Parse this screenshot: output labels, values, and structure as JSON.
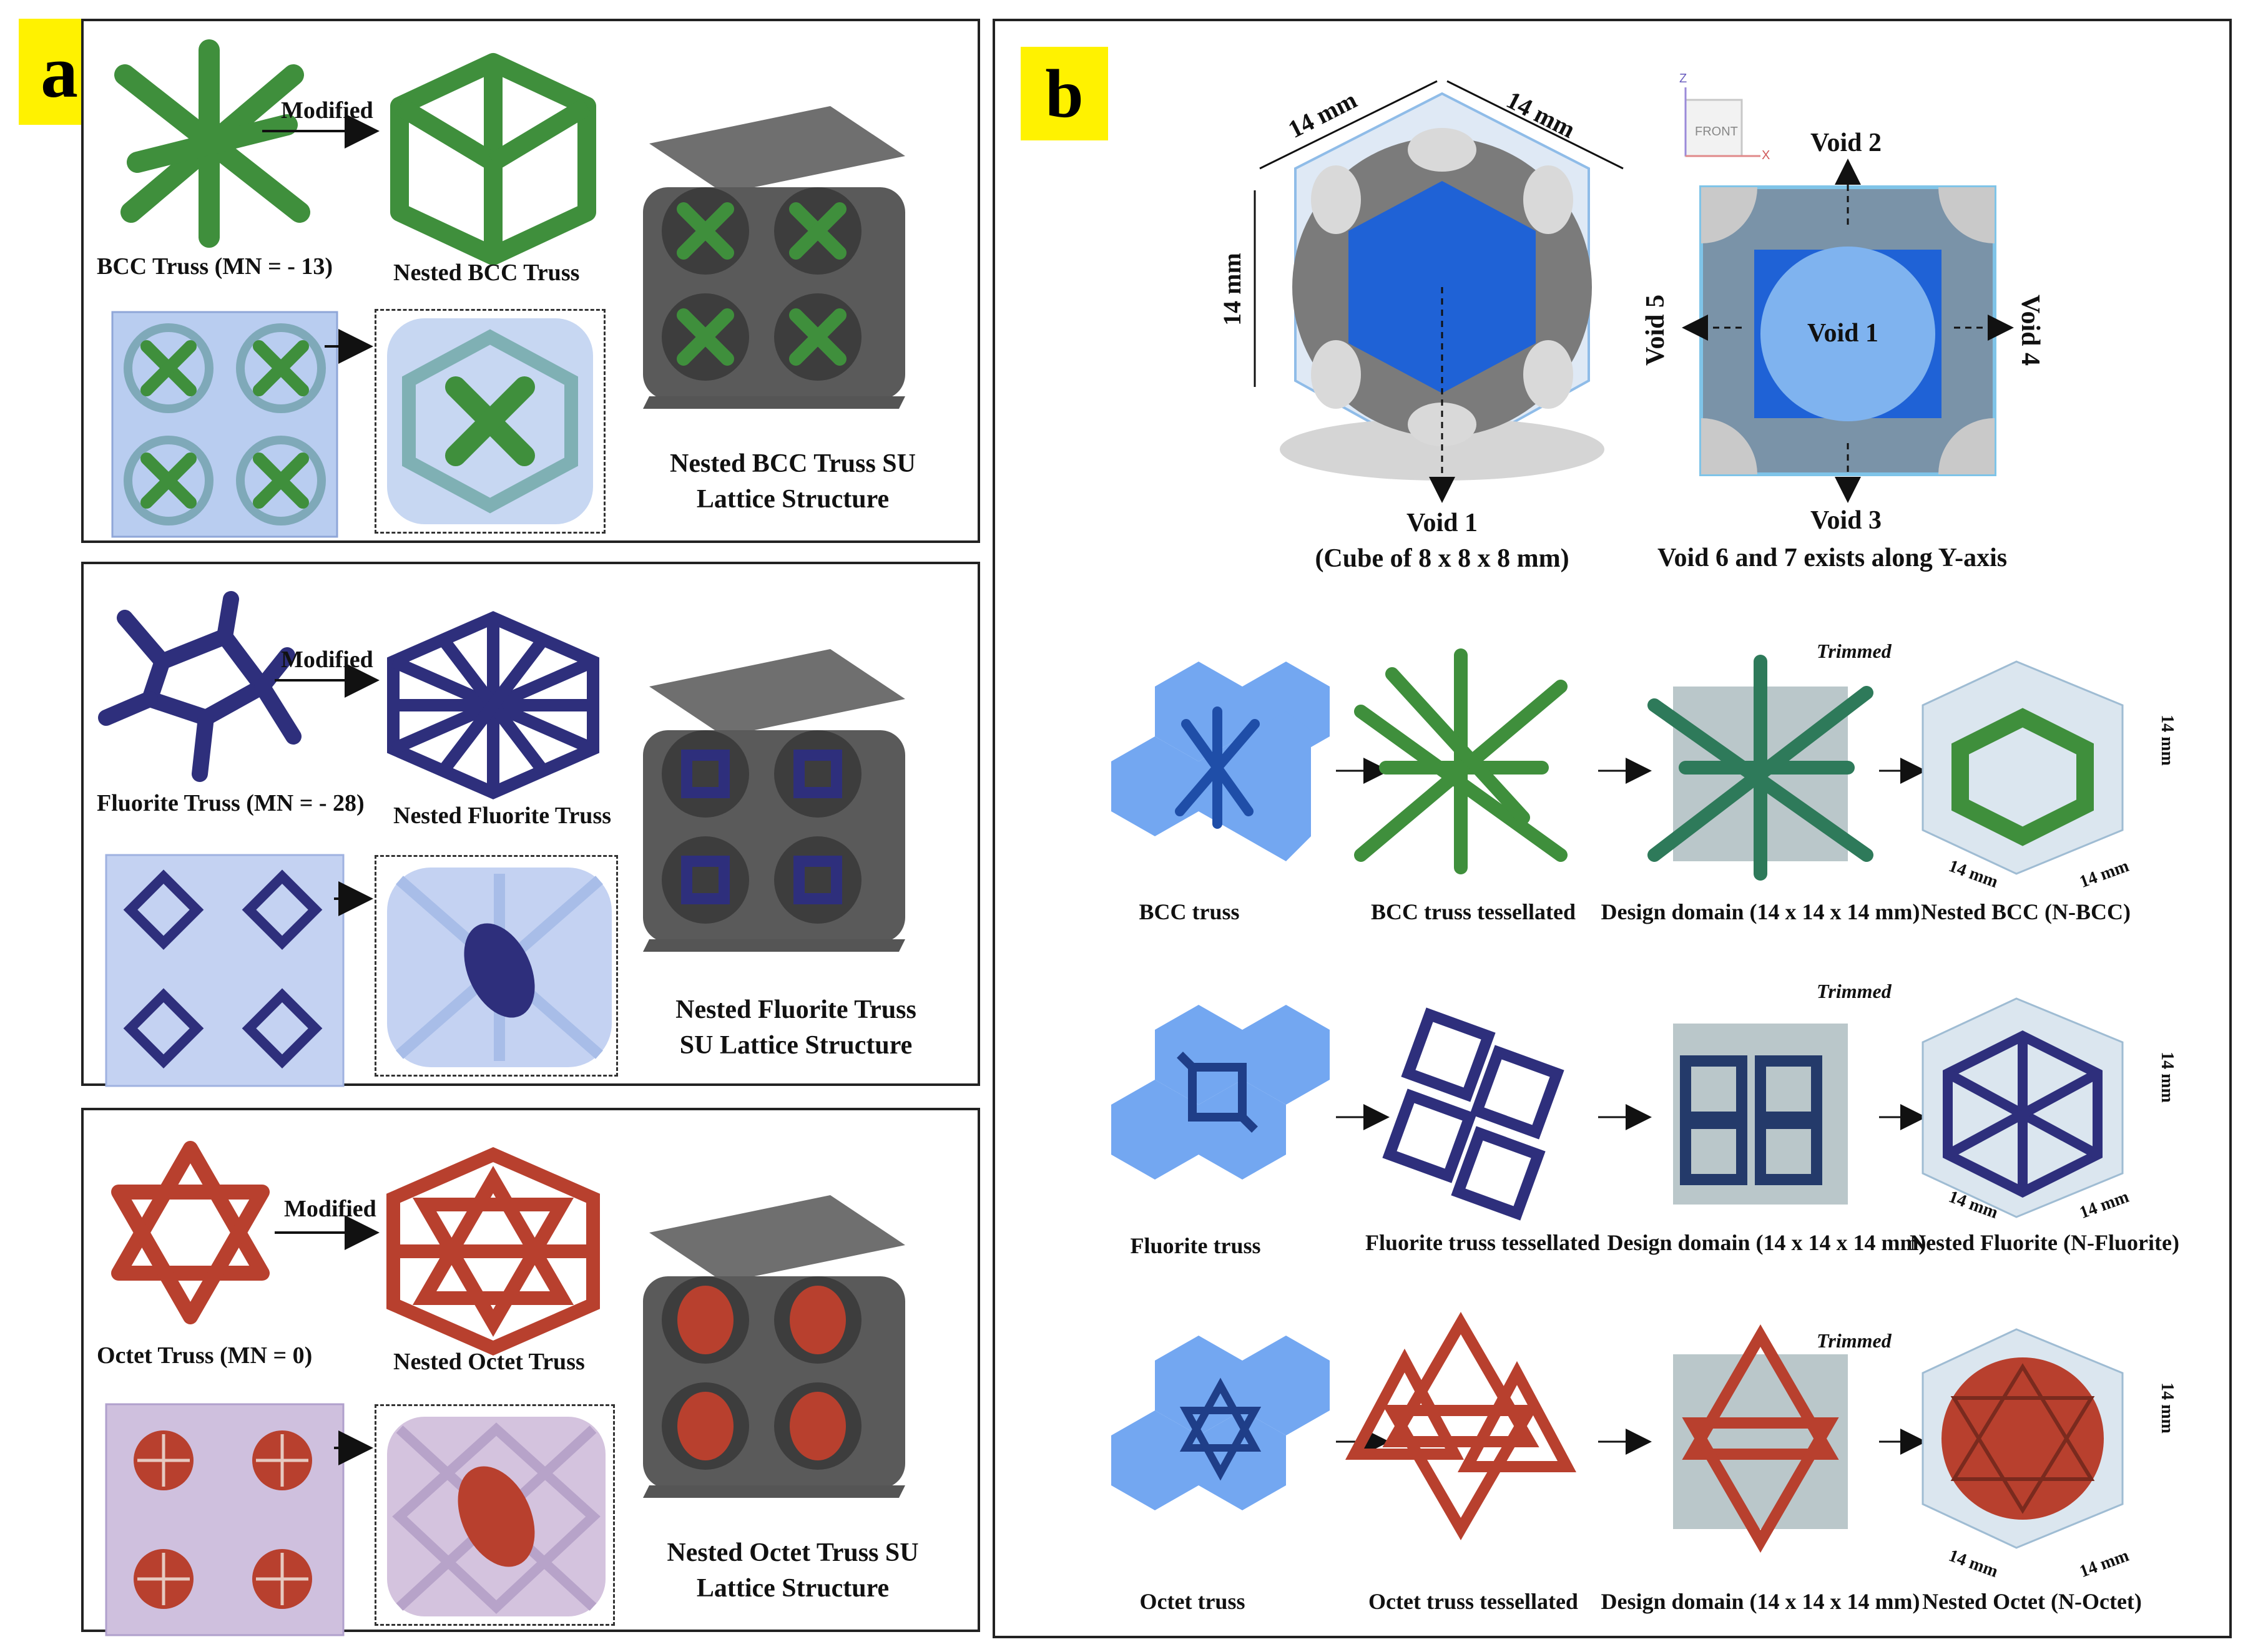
{
  "panel_a": {
    "badge": "a",
    "rows": [
      {
        "truss_label": "BCC Truss (MN = - 13)",
        "arrow_label": "Modified",
        "nested_label": "Nested BCC Truss",
        "structure_line1": "Nested BCC Truss SU",
        "structure_line2": "Lattice Structure",
        "color": "#3f8f3c"
      },
      {
        "truss_label": "Fluorite Truss (MN = - 28)",
        "arrow_label": "Modified",
        "nested_label": "Nested Fluorite Truss",
        "structure_line1": "Nested Fluorite Truss",
        "structure_line2": "SU Lattice Structure",
        "color": "#2e2f7c"
      },
      {
        "truss_label": "Octet Truss (MN = 0)",
        "arrow_label": "Modified",
        "nested_label": "Nested Octet Truss",
        "structure_line1": "Nested Octet Truss SU",
        "structure_line2": "Lattice Structure",
        "color": "#b8402e"
      }
    ]
  },
  "panel_b": {
    "badge": "b",
    "unit_cell": {
      "dim_top_left": "14 mm",
      "dim_top_right": "14 mm",
      "dim_left": "14 mm",
      "void1_caption_line1": "Void 1",
      "void1_caption_line2": "(Cube of 8 x 8 x 8 mm)"
    },
    "front_view": {
      "viewcube_label": "FRONT",
      "axis_z": "Z",
      "axis_x": "X",
      "void1": "Void 1",
      "void2": "Void 2",
      "void3": "Void 3",
      "void4": "Void 4",
      "void5": "Void 5",
      "note": "Void 6 and 7 exists along Y-axis"
    },
    "rows": [
      {
        "step1": "BCC truss",
        "step2": "BCC truss tessellated",
        "step3": "Design domain (14 x 14 x 14 mm)",
        "step4": "Nested BCC (N-BCC)",
        "trimmed": "Trimmed",
        "dim_a": "14 mm",
        "dim_b": "14 mm",
        "dim_c": "14 mm",
        "color": "#3f8f3c"
      },
      {
        "step1": "Fluorite truss",
        "step2": "Fluorite truss tessellated",
        "step3": "Design domain (14 x 14 x 14 mm)",
        "step4": "Nested Fluorite (N-Fluorite)",
        "trimmed": "Trimmed",
        "dim_a": "14 mm",
        "dim_b": "14 mm",
        "dim_c": "14 mm",
        "color": "#2e2f7c"
      },
      {
        "step1": "Octet truss",
        "step2": "Octet truss tessellated",
        "step3": "Design domain (14 x 14 x 14 mm)",
        "step4": "Nested Octet (N-Octet)",
        "trimmed": "Trimmed",
        "dim_a": "14 mm",
        "dim_b": "14 mm",
        "dim_c": "14 mm",
        "color": "#b8402e"
      }
    ]
  }
}
